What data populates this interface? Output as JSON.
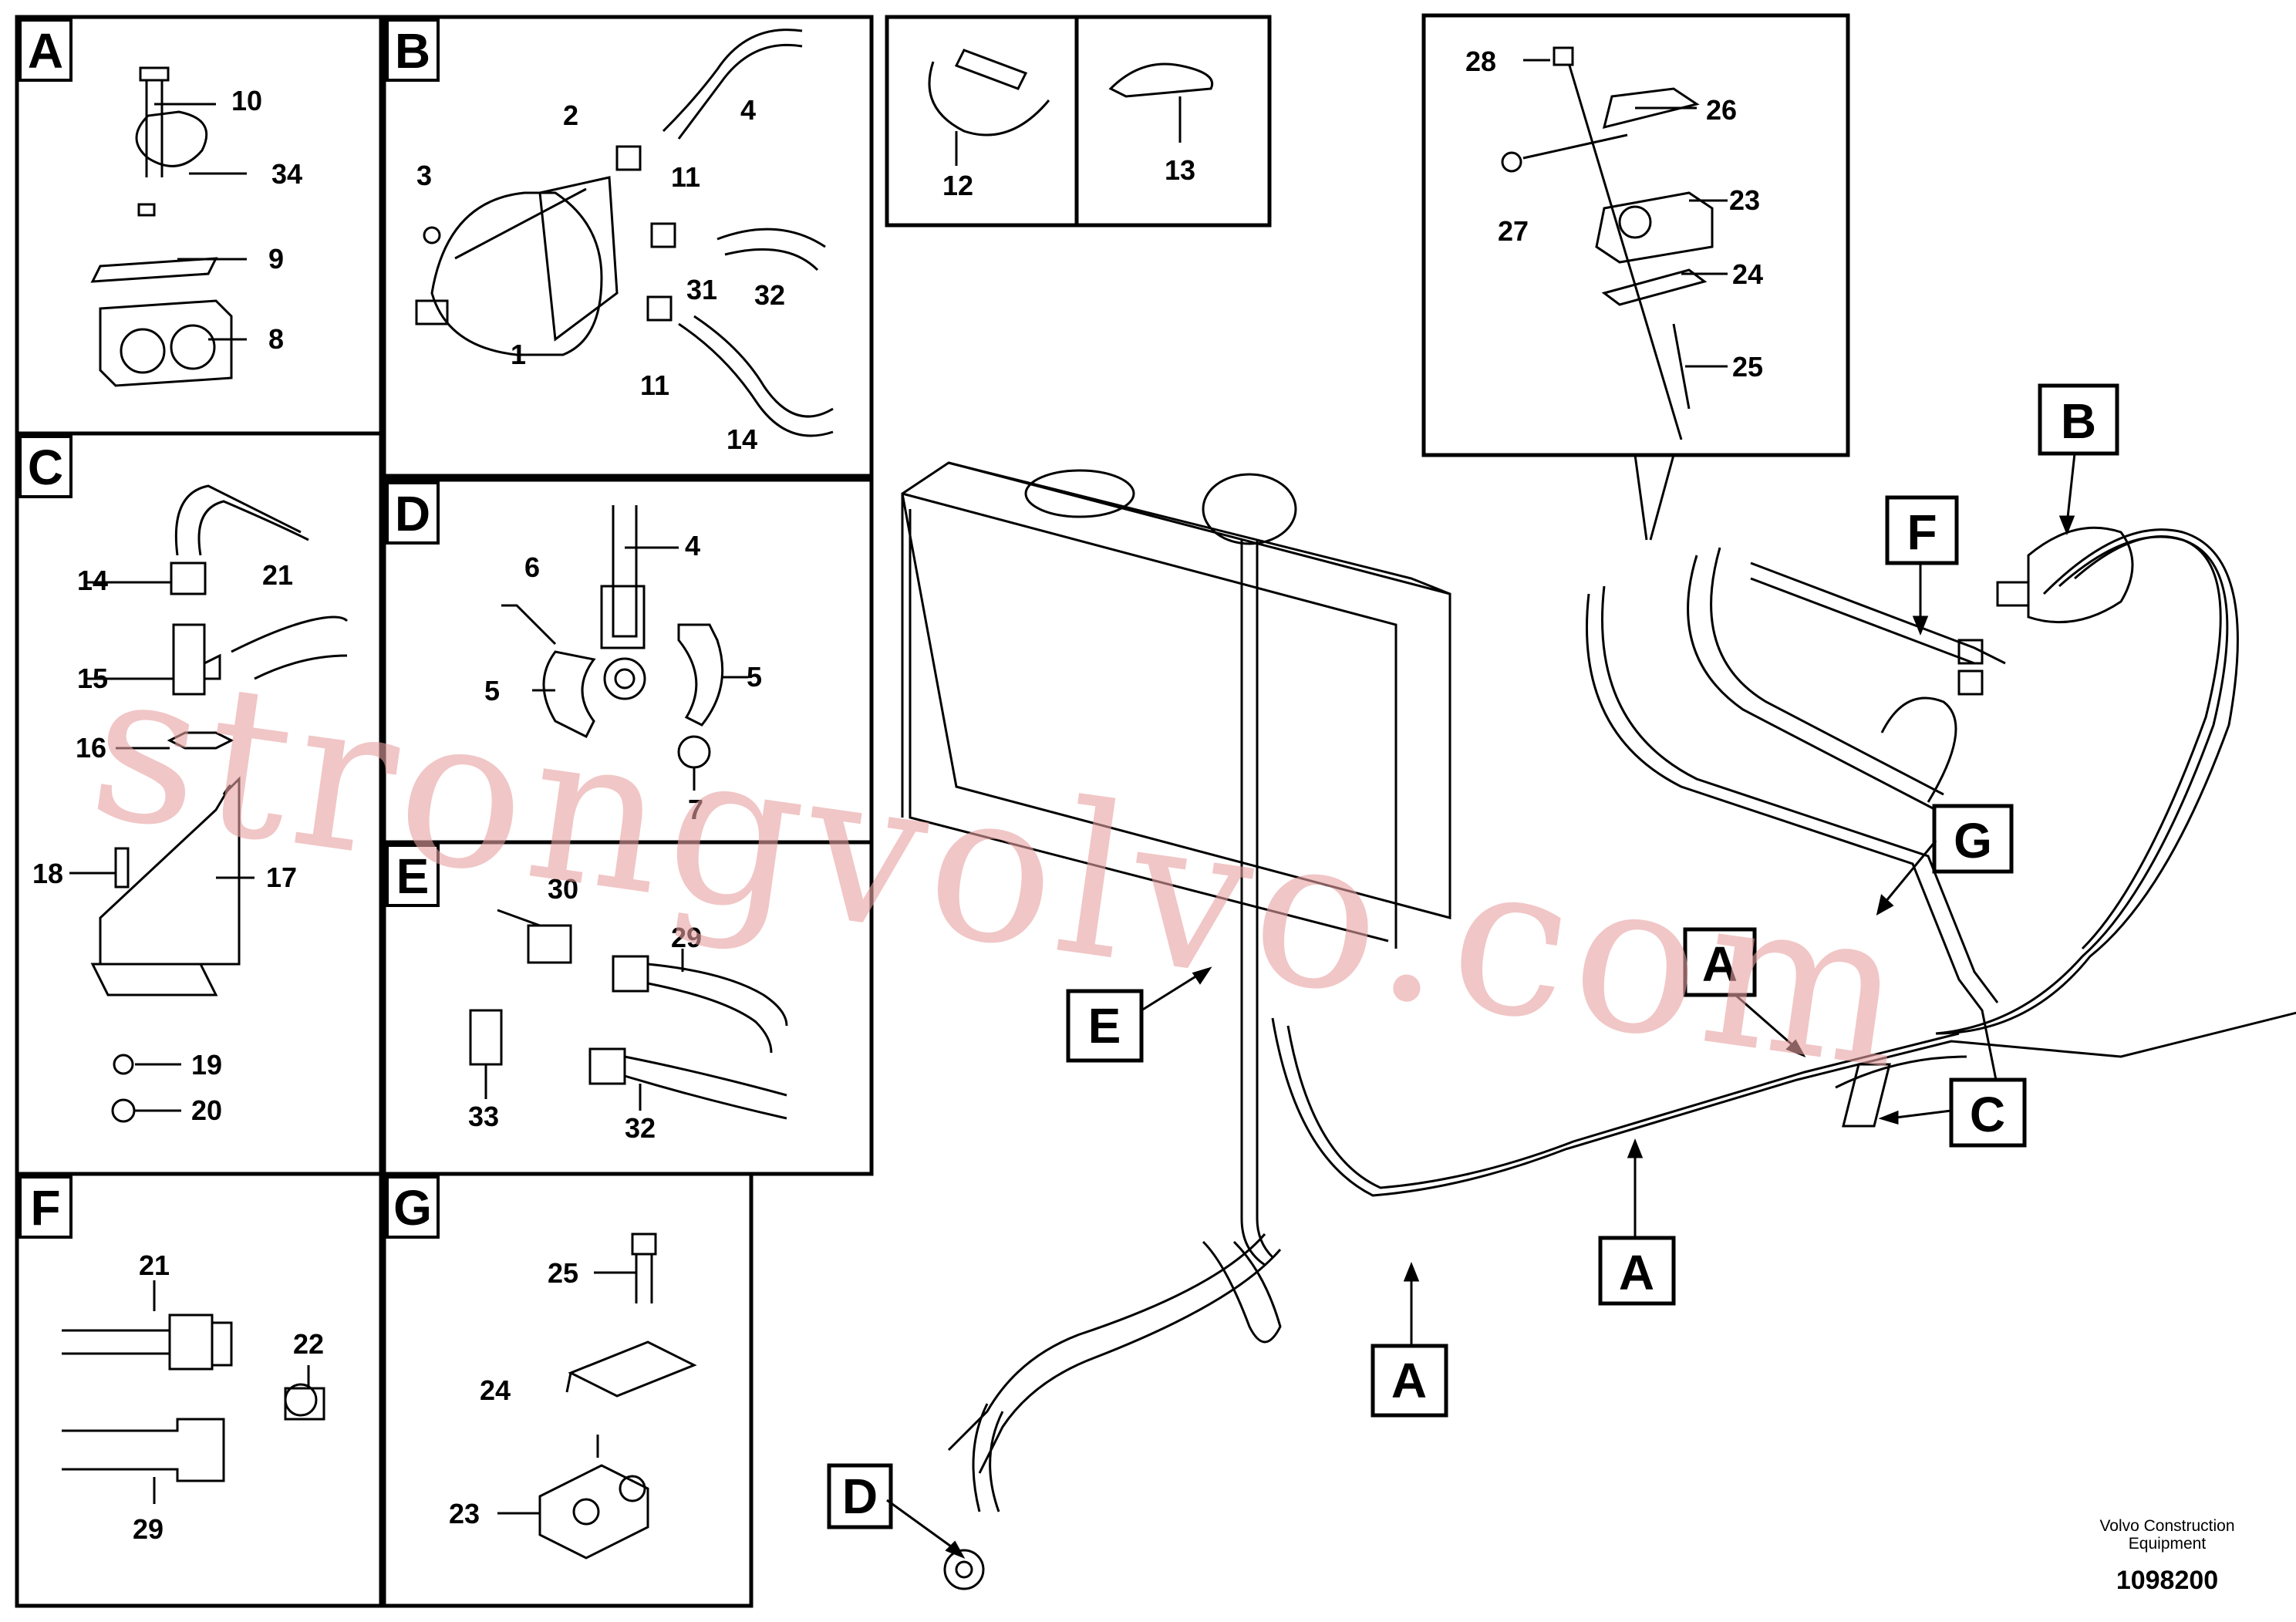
{
  "panels": {
    "A": {
      "letter": "A",
      "callouts": [
        "10",
        "34",
        "9",
        "8"
      ]
    },
    "B": {
      "letter": "B",
      "callouts": [
        "2",
        "4",
        "3",
        "11",
        "31",
        "32",
        "1",
        "11",
        "14"
      ]
    },
    "top_small": {
      "callouts": [
        "12",
        "13"
      ]
    },
    "right_top": {
      "callouts": [
        "28",
        "26",
        "27",
        "23",
        "24",
        "25"
      ]
    },
    "C": {
      "letter": "C",
      "callouts": [
        "14",
        "21",
        "15",
        "16",
        "18",
        "17",
        "19",
        "20"
      ]
    },
    "D": {
      "letter": "D",
      "callouts": [
        "4",
        "6",
        "5",
        "5",
        "7"
      ]
    },
    "E": {
      "letter": "E",
      "callouts": [
        "30",
        "29",
        "33",
        "32"
      ]
    },
    "F": {
      "letter": "F",
      "callouts": [
        "21",
        "22",
        "29"
      ]
    },
    "G": {
      "letter": "G",
      "callouts": [
        "25",
        "24",
        "23"
      ]
    }
  },
  "main_view": {
    "detail_markers": [
      "B",
      "F",
      "G",
      "A",
      "C",
      "A",
      "A",
      "E",
      "D"
    ]
  },
  "watermark": "strongvolvo.com",
  "footer": {
    "company_line1": "Volvo Construction",
    "company_line2": "Equipment",
    "drawing_number": "1098200"
  },
  "colors": {
    "ink": "#000000",
    "watermark": "#e8a0a0"
  }
}
